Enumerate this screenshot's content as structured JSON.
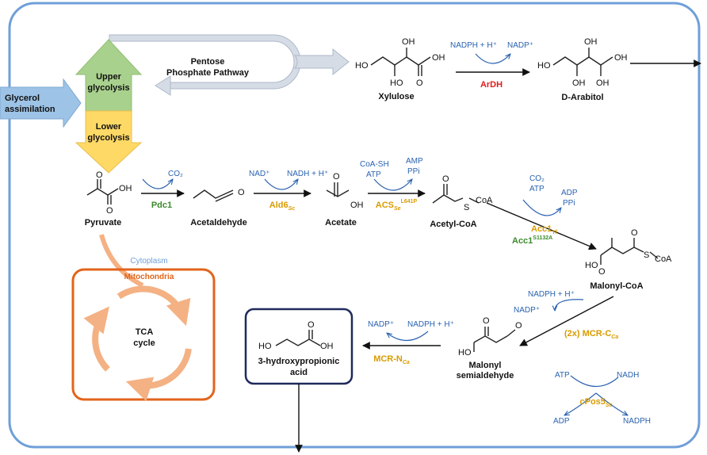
{
  "colors": {
    "cell_border": "#6f9fd8",
    "upper_glycolysis": "#a9d18e",
    "lower_glycolysis": "#ffd966",
    "glycerol_arrow": "#9dc3e6",
    "ppp_arrow": "#d6dce5",
    "cofactor_blue": "#2a62b0",
    "enzyme_red": "#e31a1c",
    "enzyme_orange": "#d99b00",
    "enzyme_green": "#3a8a2a",
    "mito_orange": "#e2641b",
    "tca_orange": "#f4b183",
    "product_box": "#1f2a5c"
  },
  "pathway": {
    "glycerol": "Glycerol assimilation",
    "upper": "Upper glycolysis",
    "lower": "Lower glycolysis",
    "ppp": "Pentose Phosphate Pathway"
  },
  "compounds": {
    "xylulose": "Xylulose",
    "arabitol": "D-Arabitol",
    "pyruvate": "Pyruvate",
    "acetaldehyde": "Acetaldehyde",
    "acetate": "Acetate",
    "acetyl_coa": "Acetyl-CoA",
    "malonyl_coa": "Malonyl-CoA",
    "malonyl_semialdehyde_1": "Malonyl",
    "malonyl_semialdehyde_2": "semialdehyde",
    "product_1": "3-hydroxypropionic",
    "product_2": "acid"
  },
  "enzymes": {
    "ardh": "ArDH",
    "pdc1": "Pdc1",
    "ald6": "Ald6",
    "ald6_sub": "Sc",
    "acs": "ACS",
    "acs_sub": "Se",
    "acs_sup": "L641P",
    "acc1_yl": "Acc1",
    "acc1_yl_sub": "Yl",
    "acc1_mut": "Acc1",
    "acc1_mut_sup": "S1132A",
    "mcr_c": "(2x) MCR-C",
    "mcr_c_sub": "Ca",
    "mcr_n": "MCR-N",
    "mcr_n_sub": "Ca",
    "cpos5": "cPos5",
    "cpos5_sub": "Sc"
  },
  "cofactors": {
    "ardh_in": "NADPH + H⁺",
    "ardh_out": "NADP⁺",
    "co2": "CO₂",
    "ald_in": "NAD⁺",
    "ald_out": "NADH + H⁺",
    "acs_in_1": "CoA-SH",
    "acs_in_2": "ATP",
    "acs_out_1": "AMP",
    "acs_out_2": "PPi",
    "acc_in_1": "CO₂",
    "acc_in_2": "ATP",
    "acc_out_1": "ADP",
    "acc_out_2": "PPi",
    "mcrc_in": "NADPH + H⁺",
    "mcrc_out": "NADP⁺",
    "mcrn_in": "NADPH + H⁺",
    "mcrn_out": "NADP⁺",
    "pos5_in_1": "ATP",
    "pos5_in_2": "NADH",
    "pos5_out_1": "ADP",
    "pos5_out_2": "NADPH"
  },
  "atoms": {
    "ho": "HO",
    "oh": "OH",
    "o": "O",
    "s": "S",
    "coa": "CoA"
  },
  "compartments": {
    "cytoplasm": "Cytoplasm",
    "mitochondria": "Mitochondria",
    "tca_1": "TCA",
    "tca_2": "cycle"
  },
  "icons": [
    "glycerol-arrow",
    "upper-glycolysis-arrow",
    "lower-glycolysis-arrow",
    "ppp-arrow",
    "tca-cycle-arrows"
  ]
}
